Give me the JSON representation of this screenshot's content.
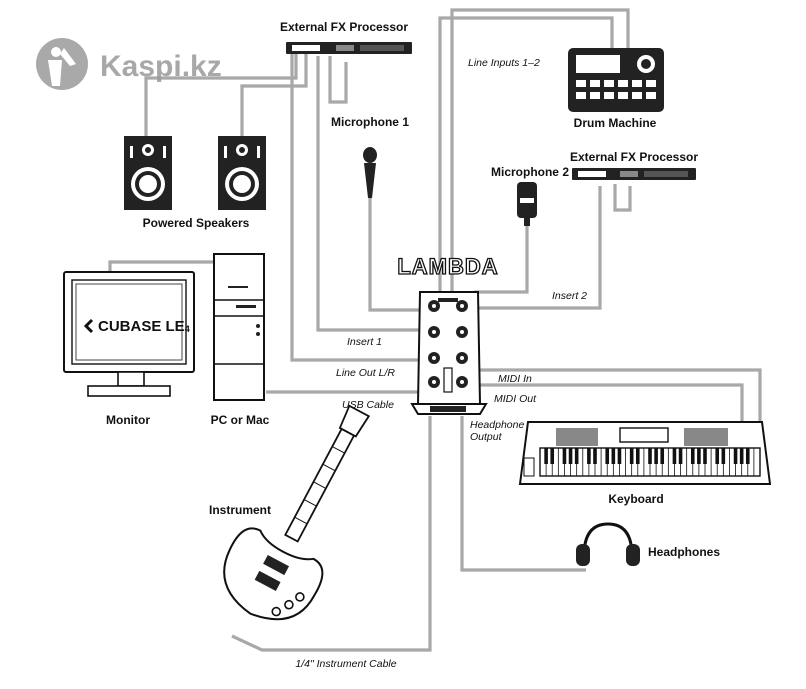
{
  "watermark": {
    "text": "Kaspi.kz"
  },
  "labels": {
    "fx_top": "External FX Processor",
    "line_inputs": "Line Inputs 1–2",
    "drum_machine": "Drum Machine",
    "microphone1": "Microphone 1",
    "microphone2": "Microphone 2",
    "fx_right": "External FX Processor",
    "powered_speakers": "Powered Speakers",
    "lambda": "LAMBDA",
    "insert2": "Insert 2",
    "insert1": "Insert 1",
    "line_out": "Line Out L/R",
    "usb_cable": "USB Cable",
    "midi_in": "MIDI In",
    "midi_out": "MIDI Out",
    "headphone_output_1": "Headphone",
    "headphone_output_2": "Output",
    "monitor": "Monitor",
    "pc_mac": "PC or Mac",
    "cubase": "CUBASE LE",
    "cubase_sub": "4",
    "keyboard": "Keyboard",
    "instrument": "Instrument",
    "headphones": "Headphones",
    "instrument_cable": "1/4\" Instrument Cable"
  },
  "colors": {
    "cable": "#a8a8a8",
    "ink": "#111111",
    "watermark": "#9a9a9a"
  }
}
